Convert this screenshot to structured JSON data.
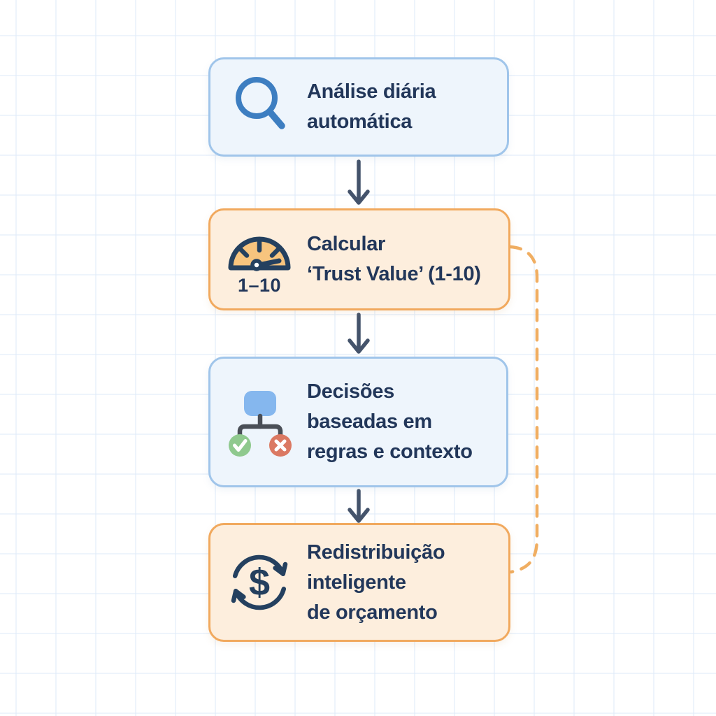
{
  "diagram": {
    "steps": [
      {
        "id": "daily-analysis",
        "theme": "blue",
        "icon": "search-icon",
        "lines": [
          "Análise diária",
          "automática"
        ]
      },
      {
        "id": "trust-value",
        "theme": "orange",
        "icon": "gauge-icon",
        "icon_label": "1–10",
        "lines": [
          "Calcular",
          "‘Trust Value’ (1-10)"
        ]
      },
      {
        "id": "rule-decisions",
        "theme": "blue",
        "icon": "decision-tree-icon",
        "lines": [
          "Decisões",
          "baseadas em",
          "regras e contexto"
        ]
      },
      {
        "id": "budget-redistribution",
        "theme": "orange",
        "icon": "currency-refresh-icon",
        "icon_symbol": "$",
        "lines": [
          "Redistribuição",
          "inteligente",
          "de orçamento"
        ]
      }
    ],
    "connectors": [
      {
        "from": "daily-analysis",
        "to": "trust-value",
        "style": "solid-arrow"
      },
      {
        "from": "trust-value",
        "to": "rule-decisions",
        "style": "solid-arrow"
      },
      {
        "from": "rule-decisions",
        "to": "budget-redistribution",
        "style": "solid-arrow"
      },
      {
        "from": "trust-value",
        "to": "budget-redistribution",
        "style": "dashed-curve"
      }
    ],
    "colors": {
      "box_blue_fill": "#eef5fc",
      "box_blue_border": "#a0c5ea",
      "box_orange_fill": "#fdeedd",
      "box_orange_border": "#f1a95e",
      "text_navy": "#22375a",
      "arrow": "#44536b",
      "connector_dashed": "#f0ae62",
      "search_blue": "#3d7ec1",
      "gauge_fill": "#f7c47e",
      "icon_navy": "#24405f",
      "tree_node_blue": "#85b7ee",
      "tree_line_gray": "#4a4f57",
      "check_green": "#8fc98e",
      "cross_red": "#db7963"
    }
  }
}
